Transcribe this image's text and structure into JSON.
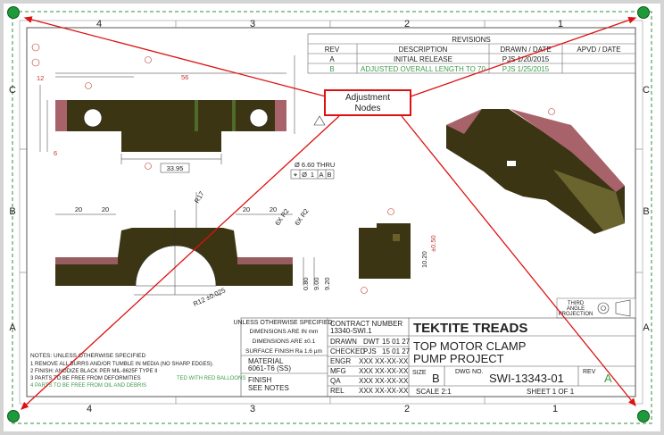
{
  "zones": {
    "top": [
      "4",
      "3",
      "2",
      "1"
    ],
    "bottom": [
      "4",
      "3",
      "2",
      "1"
    ],
    "left": [
      "C",
      "B",
      "A"
    ],
    "right": [
      "C",
      "B",
      "A"
    ]
  },
  "revisions": {
    "title": "REVISIONS",
    "headers": [
      "REV",
      "DESCRIPTION",
      "DRAWN / DATE",
      "APVD / DATE"
    ],
    "rows": [
      {
        "rev": "A",
        "description": "INITIAL RELEASE",
        "drawn": "PJS 1/20/2015",
        "apvd": ""
      },
      {
        "rev": "B",
        "description": "ADJUSTED OVERALL LENGTH TO 70",
        "drawn": "PJS 1/25/2015",
        "apvd": ""
      }
    ]
  },
  "callout": {
    "line1": "Adjustment",
    "line2": "Nodes"
  },
  "dimensions": {
    "width_main": "33.95",
    "dim20a": "20",
    "dim20b": "20",
    "dim20c": "20",
    "dim20d": "20",
    "r17": "R17",
    "r12": "R12 ±0.025",
    "r2a": "6X R2",
    "r2b": "6X R2",
    "d80": "0.80",
    "d900": "9.00",
    "d920": "9.20",
    "d1020": "10.20",
    "d050": "±0.50",
    "thru": "Ø 6.60 THRU",
    "fcf": [
      "⌖",
      "Ø",
      "1",
      "A",
      "B"
    ],
    "d12": "12",
    "d56": "56",
    "d6": "6"
  },
  "title_block": {
    "unless": "UNLESS OTHERWISE SPECIFIED:",
    "dims_mm": "DIMENSIONS ARE IN mm",
    "dims_tol": "DIMENSIONS ARE ±0.1",
    "finish_ra": "SURFACE FINISH Ra 1.6 µm",
    "material_label": "MATERIAL",
    "material": "6061-T6 (SS)",
    "finish_label": "FINISH",
    "finish": "SEE NOTES",
    "contract_label": "CONTRACT NUMBER",
    "contract": "13340-SWI.1",
    "rows": [
      {
        "role": "DRAWN",
        "who": "DWT",
        "date": "15 01 27"
      },
      {
        "role": "CHECKED",
        "who": "PJS",
        "date": "15 01 27"
      },
      {
        "role": "ENGR",
        "who": "XXX",
        "date": "XX-XX-XX"
      },
      {
        "role": "MFG",
        "who": "XXX",
        "date": "XX-XX-XX"
      },
      {
        "role": "QA",
        "who": "XXX",
        "date": "XX-XX-XX"
      },
      {
        "role": "REL",
        "who": "XXX",
        "date": "XX-XX-XX"
      }
    ],
    "company": "TEKTITE TREADS",
    "title1": "TOP MOTOR CLAMP",
    "title2": "PUMP PROJECT",
    "size_label": "SIZE",
    "size": "B",
    "dwg_label": "DWG NO.",
    "dwg_no": "SWI-13343-01",
    "rev_label": "REV",
    "rev": "A",
    "scale": "SCALE 2:1",
    "sheet": "SHEET 1 OF 1",
    "projection1": "THIRD",
    "projection2": "ANGLE",
    "projection3": "PROJECTION"
  },
  "notes": {
    "title": "NOTES:  UNLESS OTHERWISE SPECIFIED",
    "items": [
      "1  REMOVE ALL BURRS AND/OR TUMBLE IN MEDIA (NO SHARP EDGES).",
      "2  FINISH:  ANODIZE BLACK PER MIL-8625F TYPE II",
      "3  PARTS TO BE FREE FROM DEFORMITIES",
      "4  PARTS TO BE FREE FROM OIL AND DEBRIS"
    ],
    "green_tail": "TED WITH RED BALLOONS"
  },
  "colors": {
    "metal": "#3b3514",
    "chamfer": "#a8636a",
    "red": "#d11",
    "node": "#1f9a3a",
    "dash": "#2f8f3a"
  }
}
